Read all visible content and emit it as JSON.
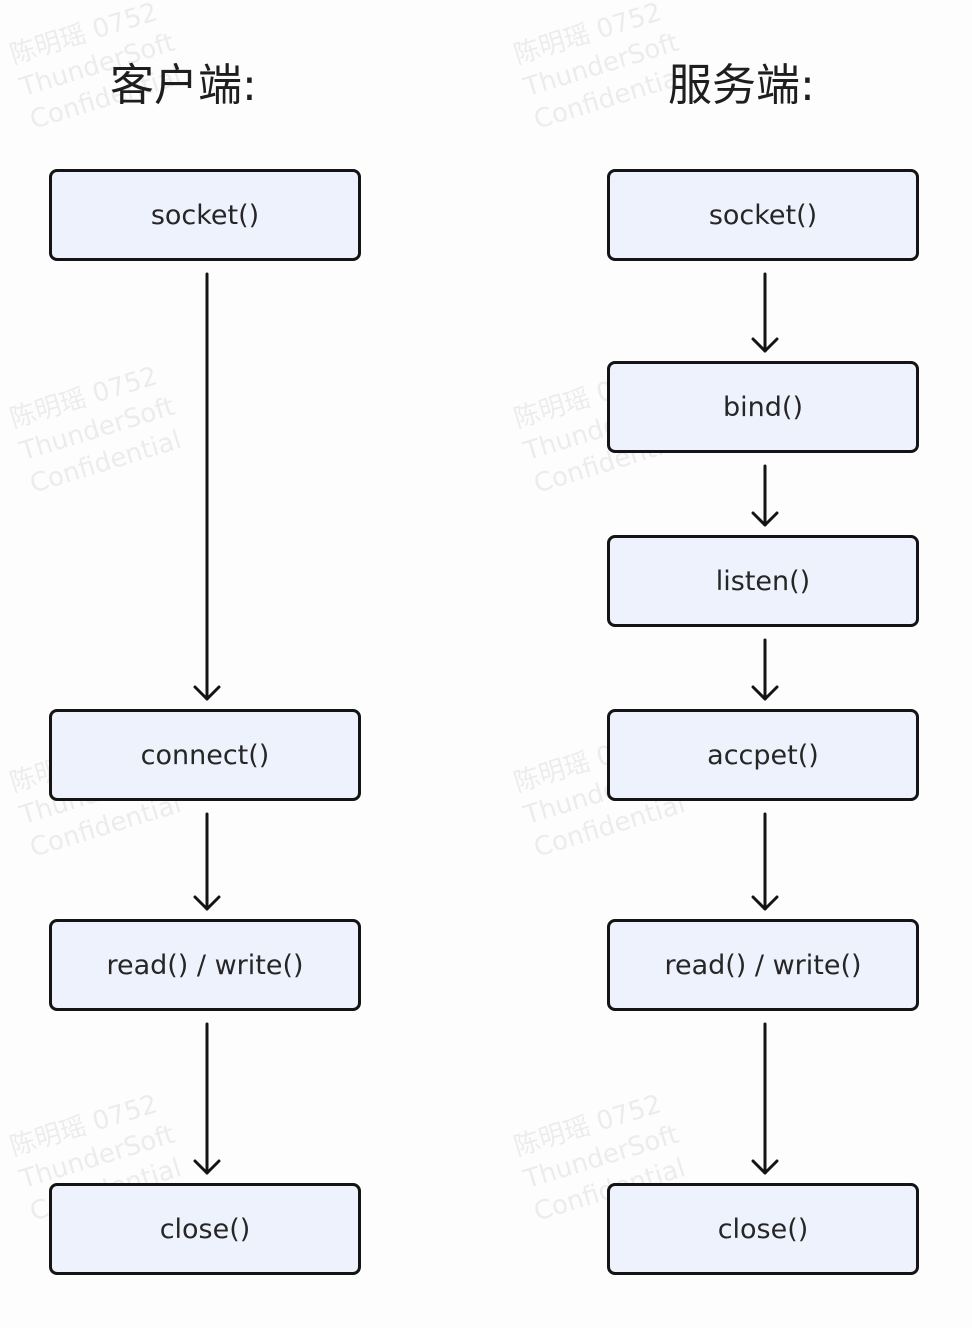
{
  "client": {
    "title": "客户端:",
    "nodes": [
      "socket()",
      "connect()",
      "read() / write()",
      "close()"
    ]
  },
  "server": {
    "title": "服务端:",
    "nodes": [
      "socket()",
      "bind()",
      "listen()",
      "accpet()",
      "read() / write()",
      "close()"
    ]
  },
  "watermark": {
    "line1": "陈明瑶 0752",
    "line2": "ThunderSoft",
    "line3": "Confidential"
  },
  "colors": {
    "node_fill": "#eef2fc",
    "node_border": "#141414",
    "arrow": "#141414"
  }
}
